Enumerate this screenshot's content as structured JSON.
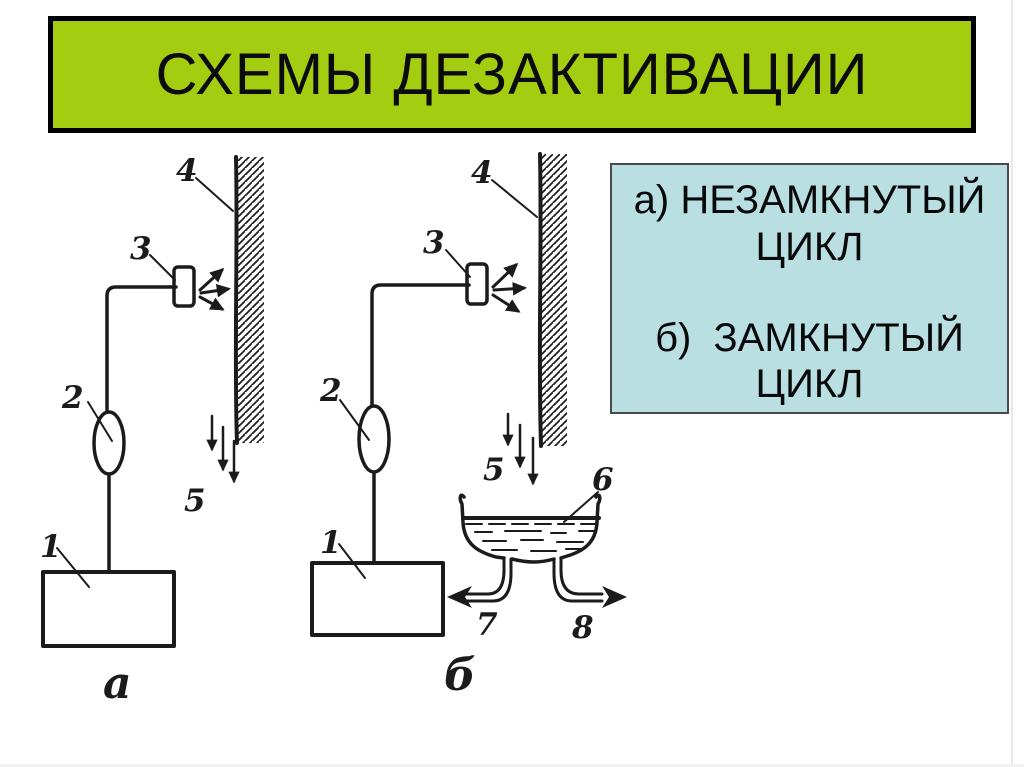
{
  "slide": {
    "title": "СХЕМЫ ДЕЗАКТИВАЦИИ",
    "colors": {
      "title_bg": "#a4cd12",
      "title_border": "#000000",
      "legend_bg": "#badfe3",
      "legend_border": "#4a4a4a",
      "ink": "#1b1b1b",
      "page_bg": "#ffffff"
    },
    "legend": {
      "items": [
        {
          "label": "а) НЕЗАМКНУТЫЙ\nЦИКЛ"
        },
        {
          "label": "б)  ЗАМКНУТЫЙ\nЦИКЛ"
        }
      ]
    },
    "diagram_a": {
      "caption": "а",
      "labels": {
        "tank": "1",
        "pump": "2",
        "nozzle": "3",
        "wall": "4",
        "spray": "5"
      }
    },
    "diagram_b": {
      "caption": "б",
      "labels": {
        "tank": "1",
        "pump": "2",
        "nozzle": "3",
        "wall": "4",
        "spray": "5",
        "basin": "6",
        "return_pipe": "7",
        "drain_pipe": "8"
      }
    }
  }
}
